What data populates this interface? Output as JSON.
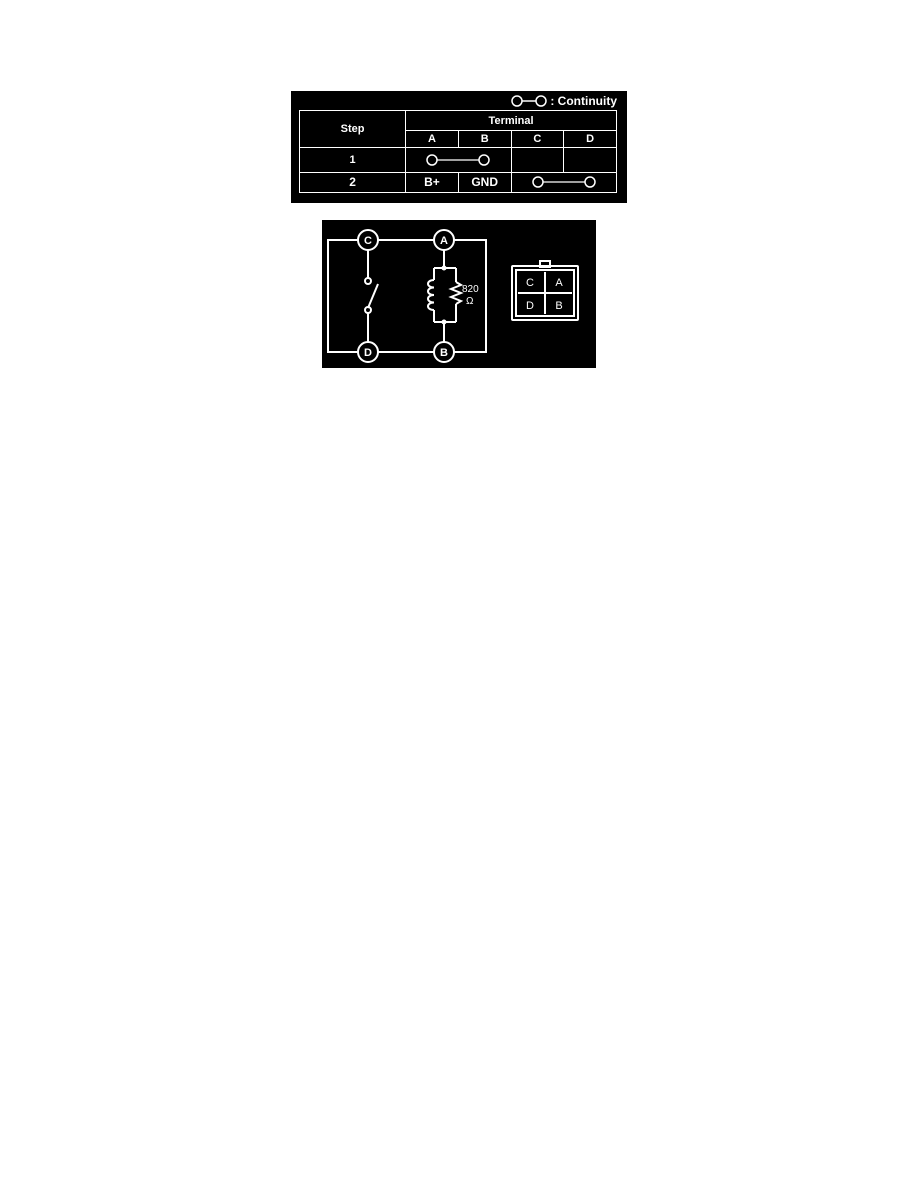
{
  "legend": {
    "label": ": Continuity"
  },
  "table": {
    "step_header": "Step",
    "terminal_header": "Terminal",
    "terminals": [
      "A",
      "B",
      "C",
      "D"
    ],
    "rows": [
      {
        "step": "1",
        "a": "",
        "b": "",
        "c": "",
        "d": "",
        "continuity": "A-B"
      },
      {
        "step": "2",
        "a": "B+",
        "b": "GND",
        "c": "",
        "d": "",
        "continuity": "C-D"
      }
    ]
  },
  "schematic": {
    "nodes": {
      "c": "C",
      "a": "A",
      "d": "D",
      "b": "B"
    },
    "resistor_value": "820",
    "resistor_unit": "Ω"
  },
  "connector": {
    "pins": {
      "top_left": "C",
      "top_right": "A",
      "bottom_left": "D",
      "bottom_right": "B"
    }
  }
}
